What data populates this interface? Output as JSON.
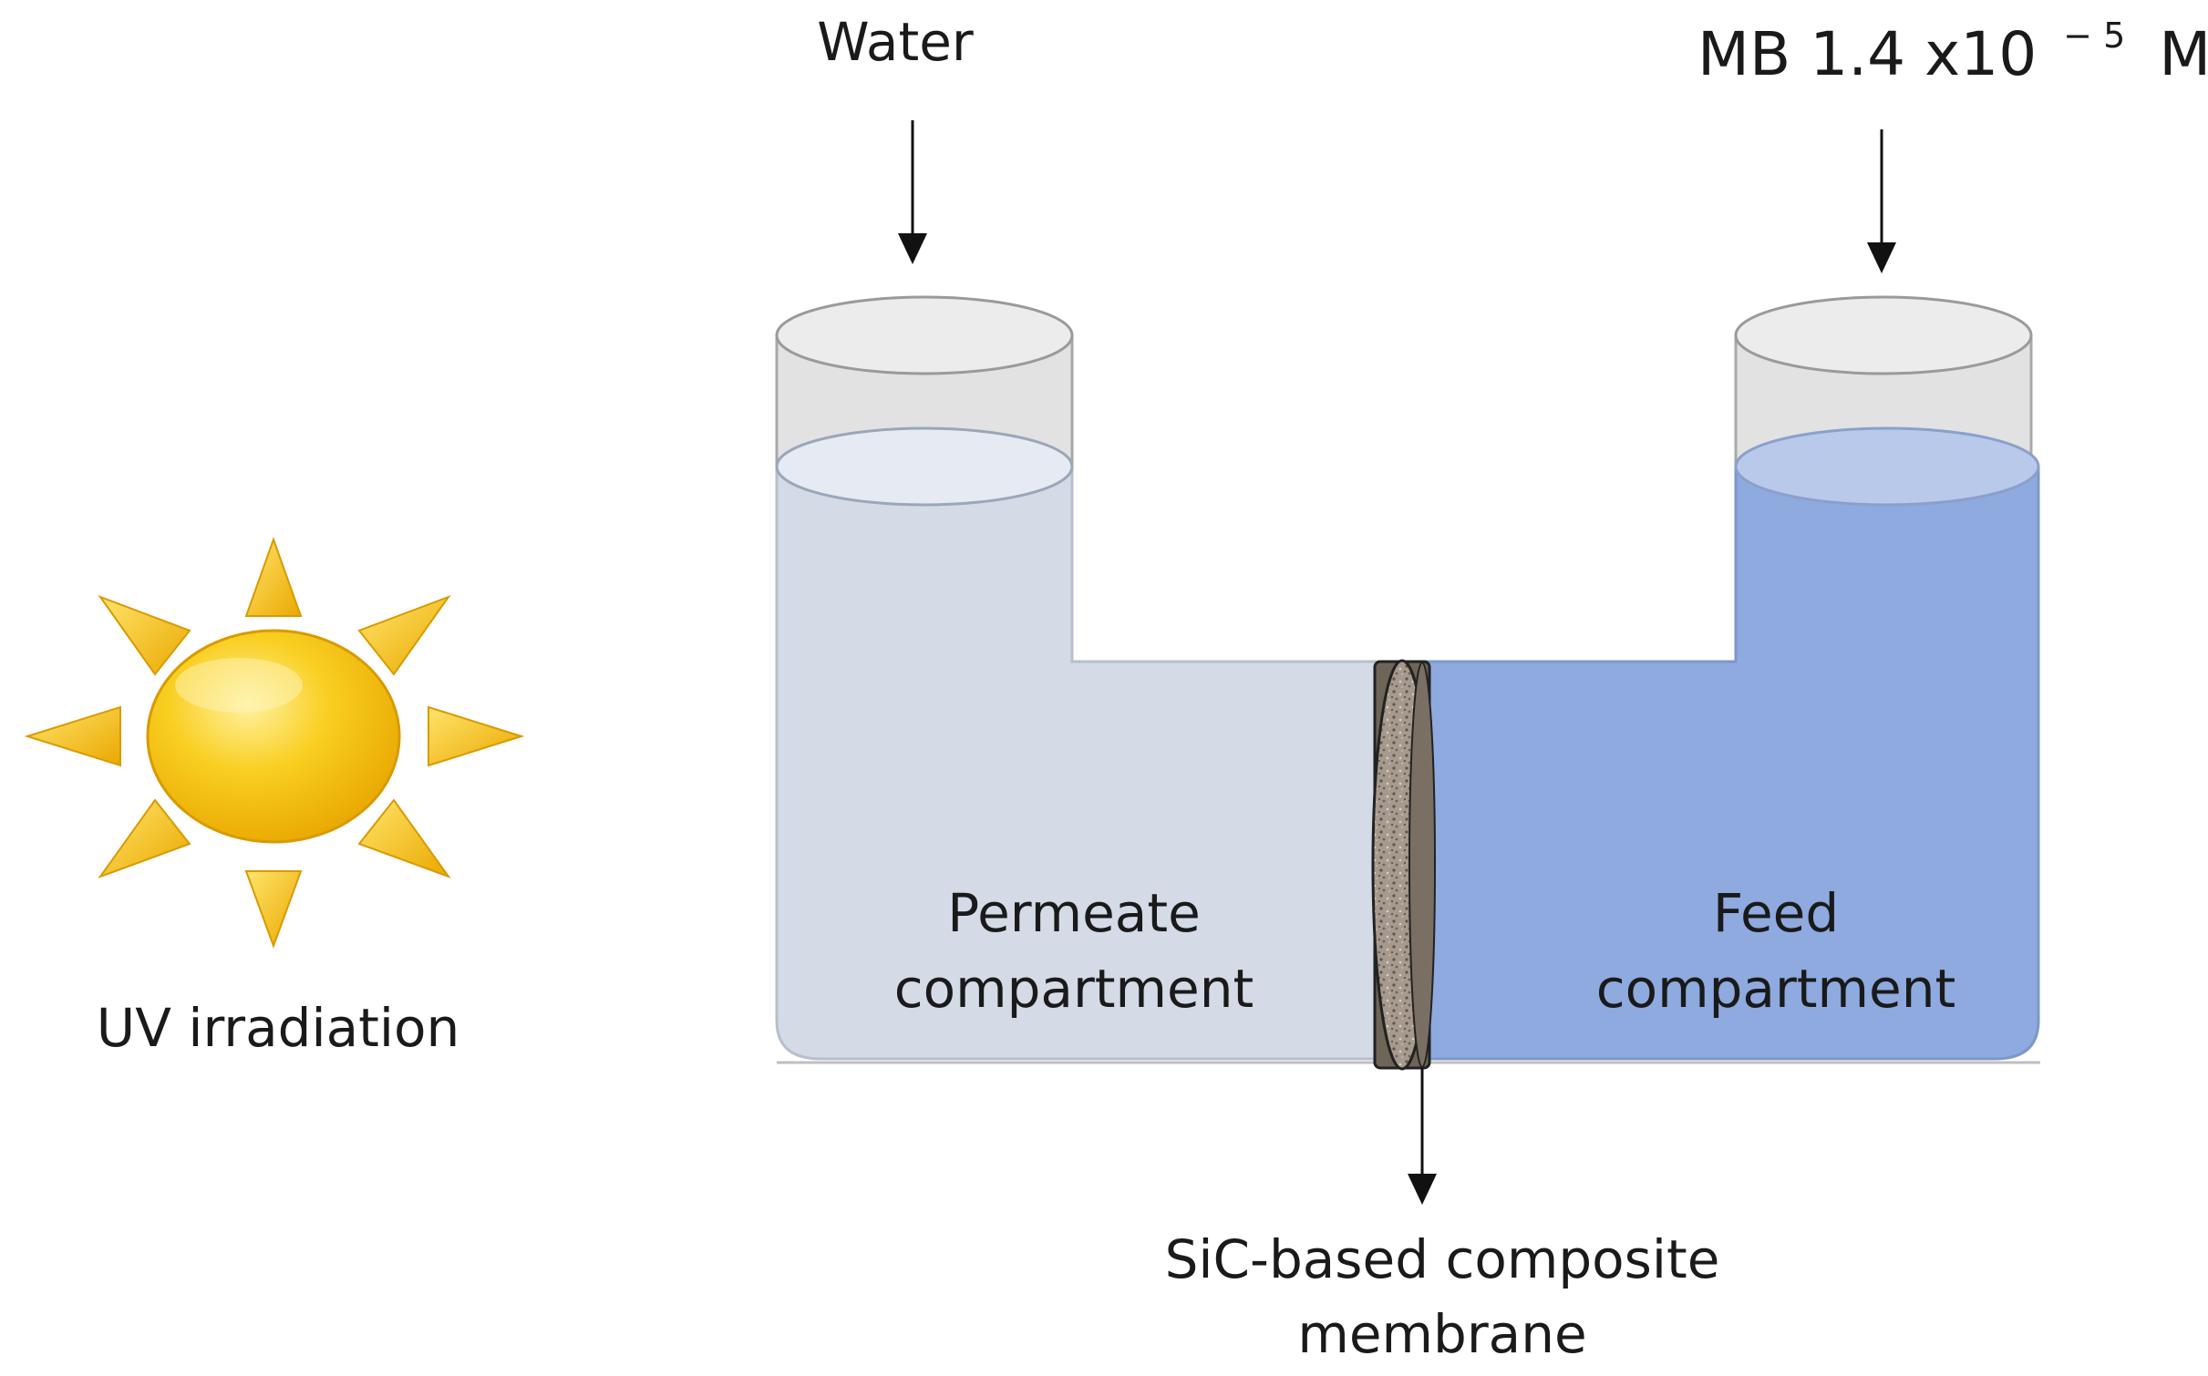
{
  "labels": {
    "water": "Water",
    "mb_prefix": "MB 1.4 x10",
    "mb_exponent": "− 5",
    "mb_unit": "M",
    "uv": "UV irradiation",
    "permeate_line1": "Permeate",
    "permeate_line2": "compartment",
    "feed_line1": "Feed",
    "feed_line2": "compartment",
    "membrane_line1": "SiC-based composite",
    "membrane_line2": "membrane"
  },
  "colors": {
    "permeate_liquid": "#d4dbe7",
    "feed_liquid": "#8eaadf",
    "sun": "#f7c51a",
    "sun_rays": "#f5b800",
    "membrane": "#8b7f73",
    "glass": "#dcdcdc"
  },
  "icons": {
    "sun": "sun-icon",
    "membrane": "membrane-disc"
  }
}
